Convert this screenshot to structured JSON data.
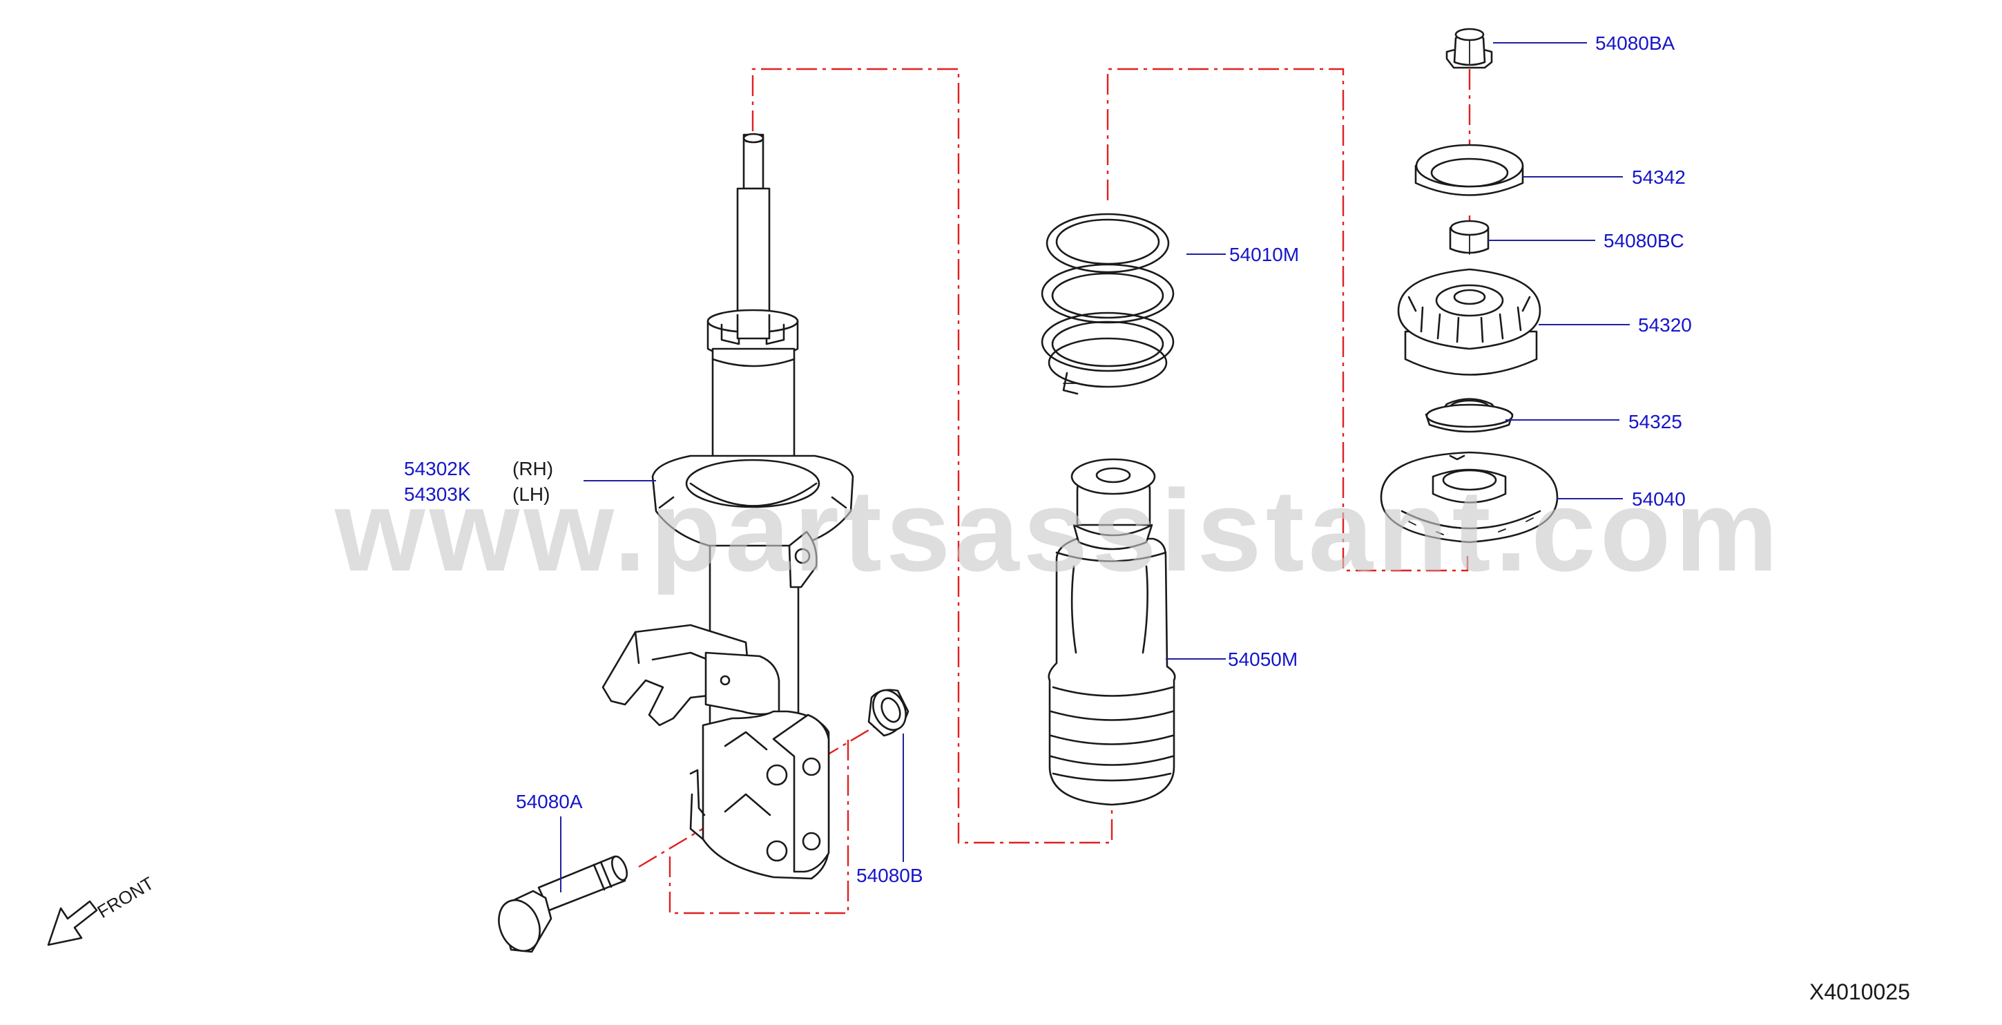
{
  "watermark": "www.partsassistant.com",
  "diagram_code": "X4010025",
  "front_label": "FRONT",
  "callouts": {
    "strut_rh": "54302K",
    "strut_rh_side": "(RH)",
    "strut_lh": "54303K",
    "strut_lh_side": "(LH)",
    "bolt": "54080A",
    "nut_lower": "54080B",
    "spring": "54010M",
    "bound_bumper": "54050M",
    "nut_top": "54080BA",
    "washer": "54342",
    "nut_mid": "54080BC",
    "mount_insulator": "54320",
    "bearing": "54325",
    "spring_seat": "54040"
  },
  "colors": {
    "callout_text": "#1515c8",
    "leader_line": "#2020a0",
    "dash_line": "#e02020",
    "part_outline": "#1a1a1a",
    "watermark": "#c9c9c9"
  }
}
